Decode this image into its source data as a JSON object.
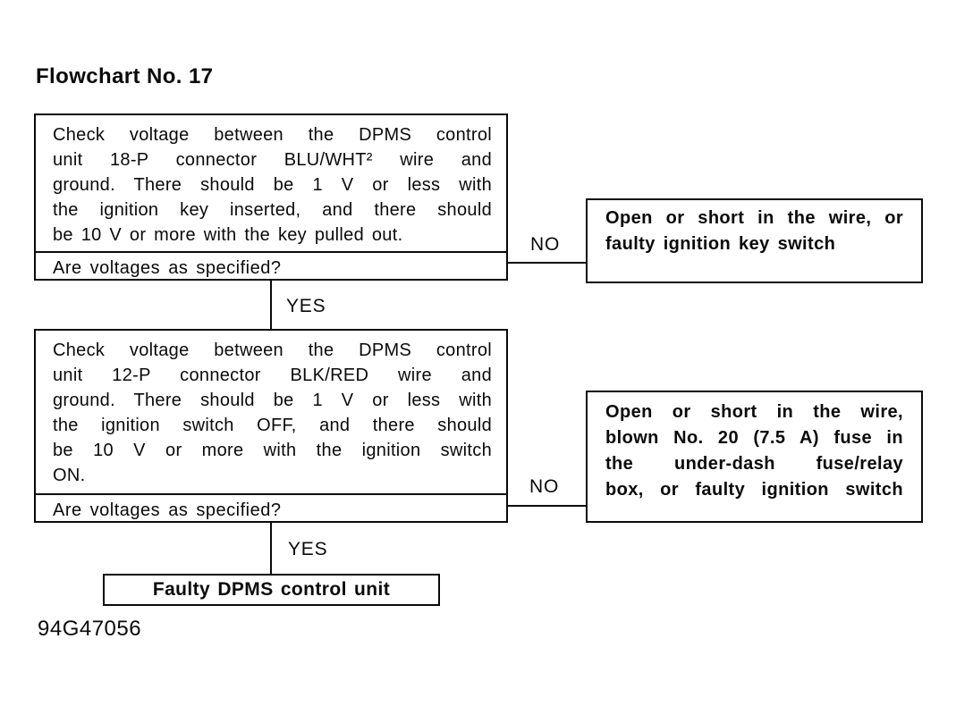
{
  "title": "Flowchart No. 17",
  "doc_id": "94G47056",
  "colors": {
    "ink": "#0a0a0a",
    "paper": "#ffffff"
  },
  "connectors": {
    "no1": "NO",
    "yes1": "YES",
    "no2": "NO",
    "yes2": "YES"
  },
  "step1": {
    "lines": [
      "Check voltage between the DPMS control",
      "unit 18-P connector BLU/WHT² wire and",
      "ground. There should be 1 V or less with",
      "the ignition key inserted, and there should",
      "be 10 V or more with the key pulled out."
    ],
    "question": "Are voltages as specified?"
  },
  "result1": {
    "lines": [
      "Open or short in the wire, or",
      "faulty ignition key switch"
    ]
  },
  "step2": {
    "lines": [
      "Check voltage between the DPMS control",
      "unit 12-P connector BLK/RED wire and",
      "ground. There should be 1 V or less with",
      "the ignition switch OFF, and there should",
      "be 10 V or more with the ignition switch",
      "ON."
    ],
    "question": "Are voltages as specified?"
  },
  "result2": {
    "lines": [
      "Open or short in the wire,",
      "blown No. 20 (7.5 A) fuse in",
      "the under-dash fuse/relay",
      "box, or faulty ignition switch"
    ]
  },
  "final_box": {
    "label": "Faulty DPMS control unit"
  }
}
